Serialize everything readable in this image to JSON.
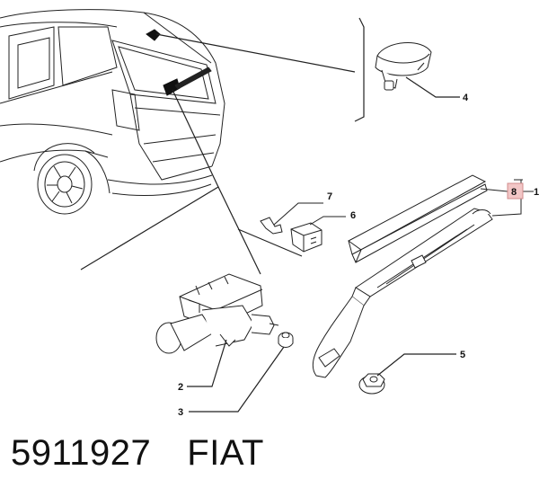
{
  "callouts": {
    "c1": "1",
    "c2": "2",
    "c3": "3",
    "c4": "4",
    "c5": "5",
    "c6": "6",
    "c7": "7",
    "c8": "8"
  },
  "highlight_color": "#f2c6c6",
  "footer": {
    "part_number": "5911927",
    "brand": "FIAT"
  }
}
